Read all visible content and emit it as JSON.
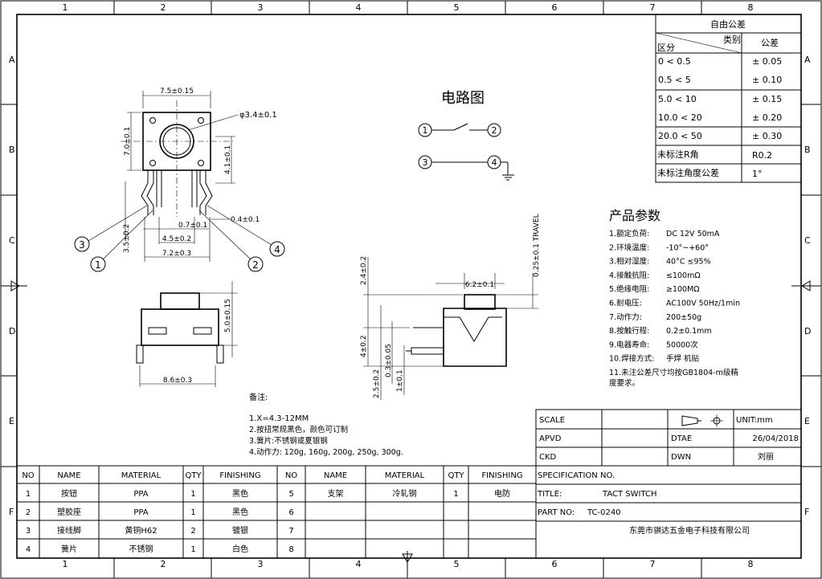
{
  "border": {
    "cols": [
      "1",
      "2",
      "3",
      "4",
      "5",
      "6",
      "7",
      "8"
    ],
    "rows": [
      "A",
      "B",
      "C",
      "D",
      "E",
      "F"
    ]
  },
  "tolerance_table": {
    "title": "自由公差",
    "header_type": "类别",
    "header_zone": "区分",
    "header_tol": "公差",
    "rows": [
      {
        "range": "0    < 0.5",
        "tol": "± 0.05"
      },
      {
        "range": "0.5     < 5",
        "tol": "± 0.10"
      },
      {
        "range": "5.0     < 10",
        "tol": "± 0.15"
      },
      {
        "range": "10.0   < 20",
        "tol": "± 0.20"
      },
      {
        "range": "20.0   < 50",
        "tol": "± 0.30"
      }
    ],
    "r_label": "未标注R角",
    "r_value": "R0.2",
    "angle_label": "未标注角度公差",
    "angle_value": "1°"
  },
  "circuit": {
    "title": "电路图",
    "pins": [
      "1",
      "2",
      "3",
      "4"
    ]
  },
  "params": {
    "title": "产品参数",
    "items": [
      {
        "k": "1.额定负荷:",
        "v": "DC 12V 50mA"
      },
      {
        "k": "2.环境温度:",
        "v": "-10°~+60°"
      },
      {
        "k": "3.相对湿度:",
        "v": "40°C  ≤95%"
      },
      {
        "k": "4.接触抗阻:",
        "v": "≤100mΩ"
      },
      {
        "k": "5.绝缘电阻:",
        "v": "≥100MΩ"
      },
      {
        "k": "6.耐电压:",
        "v": "AC100V 50Hz/1min"
      },
      {
        "k": "7.动作力:",
        "v": "200±50g"
      },
      {
        "k": "8.按触行程:",
        "v": "0.2±0.1mm"
      },
      {
        "k": "9.电器寿命:",
        "v": "50000次"
      },
      {
        "k": "10.焊接方式:",
        "v": "手焊  机贴"
      }
    ],
    "note_line1": "11.未注公差尺寸均按GB1804-m级精",
    "note_line2": "度要求。"
  },
  "dims": {
    "top_w": "7.5±0.15",
    "dia": "φ3.4±0.1",
    "h70": "7.0±0.1",
    "h41": "4.1±0.1",
    "h35": "3.5±0.2",
    "w07": "0.7±0.1",
    "w45": "4.5±0.2",
    "w72": "7.2±0.3",
    "w04": "0.4±0.1",
    "h50": "5.0±0.15",
    "w86": "8.6±0.3",
    "w62": "6.2±0.1",
    "travel": "0.25±0.1 TRAVEL",
    "h24": "2.4±0.2",
    "h40": "4±0.2",
    "h03": "0.3±0.05",
    "h25": "2.5±0.2",
    "h1": "1±0.1",
    "balloons": [
      "3",
      "1",
      "2",
      "4"
    ]
  },
  "notes": {
    "title": "备注:",
    "lines": [
      "1.X=4.3-12MM",
      "2.按扭常规黑色，颜色可订制",
      "3.簧片:不锈钢或夏银钢",
      "4.动作力: 120g, 160g, 200g, 250g, 300g."
    ]
  },
  "title_block": {
    "scale_label": "SCALE",
    "unit_label": "UNIT:mm",
    "apvd_label": "APVD",
    "date_label": "DTAE",
    "date_value": "26/04/2018",
    "ckd_label": "CKD",
    "dwn_label": "DWN",
    "dwn_value": "刘丽",
    "spec_label": "SPECIFICATION NO.",
    "title_label": "TITLE:",
    "title_value": "TACT SWITCH",
    "part_label": "PART NO:",
    "part_value": "TC-0240",
    "company": "东莞市骐达五金电子科技有限公司"
  },
  "bom": {
    "headers": [
      "NO",
      "NAME",
      "MATERIAL",
      "QTY",
      "FINISHING",
      "NO",
      "NAME",
      "MATERIAL",
      "QTY",
      "FINISHING"
    ],
    "left": [
      [
        "1",
        "按钮",
        "PPA",
        "1",
        "黑色"
      ],
      [
        "2",
        "塑胶座",
        "PPA",
        "1",
        "黑色"
      ],
      [
        "3",
        "接线脚",
        "黄铜H62",
        "2",
        "镀银"
      ],
      [
        "4",
        "簧片",
        "不锈钢",
        "1",
        "白色"
      ]
    ],
    "right": [
      [
        "5",
        "支架",
        "冷轧钢",
        "1",
        "电防"
      ],
      [
        "6",
        "",
        "",
        "",
        ""
      ],
      [
        "7",
        "",
        "",
        "",
        ""
      ],
      [
        "8",
        "",
        "",
        "",
        ""
      ]
    ]
  }
}
